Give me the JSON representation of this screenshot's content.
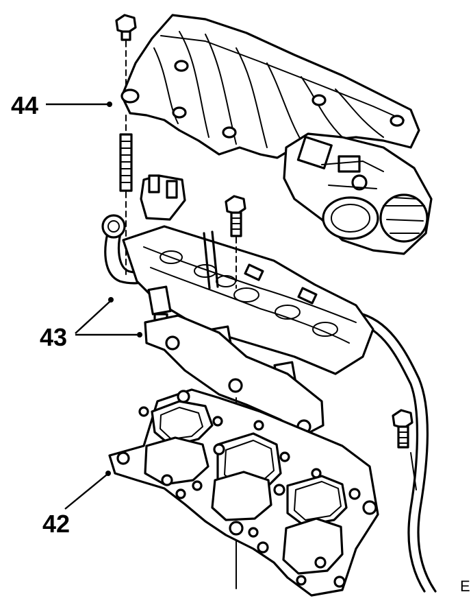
{
  "callouts": {
    "c44": "44",
    "c43": "43",
    "c42": "42"
  },
  "edge_mark": "E"
}
